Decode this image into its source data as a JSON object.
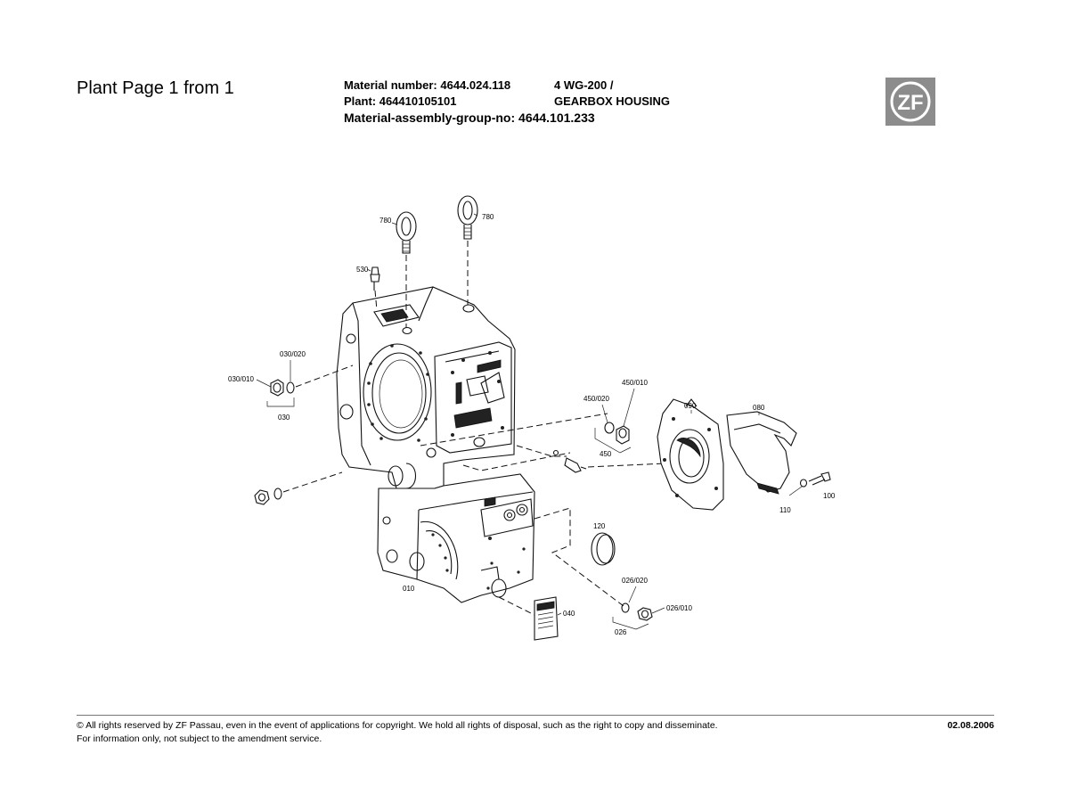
{
  "header": {
    "page_label": "Plant Page 1 from 1",
    "material_number": "Material number: 4644.024.118",
    "plant": "Plant: 464410105101",
    "assembly_group": "Material-assembly-group-no: 4644.101.233",
    "model": "4 WG-200 /",
    "description": "GEARBOX HOUSING",
    "logo_text": "ZF"
  },
  "callouts": {
    "c780a": "780",
    "c780b": "780",
    "c530": "530",
    "c030_020": "030/020",
    "c030_010": "030/010",
    "c030": "030",
    "c450_020": "450/020",
    "c450_010": "450/010",
    "c450": "450",
    "c090": "090",
    "c080": "080",
    "c110": "110",
    "c100": "100",
    "c120": "120",
    "c010": "010",
    "c026_020": "026/020",
    "c026_010": "026/010",
    "c026": "026",
    "c040": "040"
  },
  "footer": {
    "copyright": "© All rights reserved by ZF Passau, even in the event of applications for copyright. We hold all rights of disposal, such as the right to copy and disseminate.",
    "note": "For information only, not subject to the amendment service.",
    "date": "02.08.2006"
  },
  "colors": {
    "logo_bg": "#8c8c8c",
    "line": "#111111"
  }
}
